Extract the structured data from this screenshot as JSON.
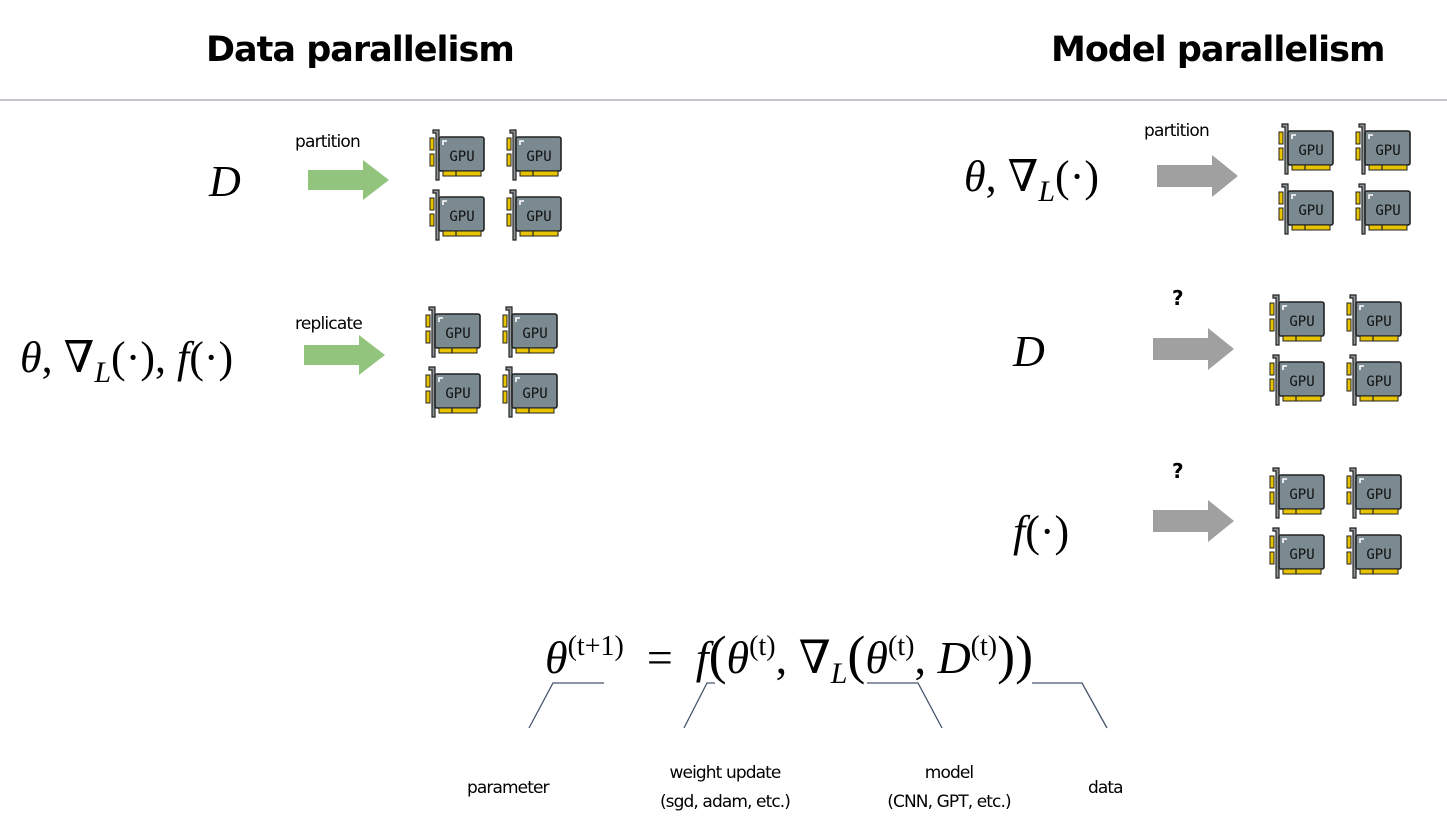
{
  "headings": {
    "data_parallelism": "Data parallelism",
    "model_parallelism": "Model parallelism"
  },
  "data_parallelism": {
    "rows": [
      {
        "input": "D",
        "action": "partition",
        "arrow_color": "#93c47d",
        "gpu_label": "GPU",
        "gpu_count": 4
      },
      {
        "input": "θ, ∇L(·), f(·)",
        "action": "replicate",
        "arrow_color": "#93c47d",
        "gpu_label": "GPU",
        "gpu_count": 4
      }
    ]
  },
  "model_parallelism": {
    "rows": [
      {
        "input": "θ, ∇L(·)",
        "action": "partition",
        "arrow_color": "#a0a0a0",
        "gpu_label": "GPU",
        "gpu_count": 4
      },
      {
        "input": "D",
        "action": "?",
        "arrow_color": "#a0a0a0",
        "gpu_label": "GPU",
        "gpu_count": 4
      },
      {
        "input": "f(·)",
        "action": "?",
        "arrow_color": "#a0a0a0",
        "gpu_label": "GPU",
        "gpu_count": 4
      }
    ]
  },
  "equation": {
    "text": "θ^(t+1) = f(θ^(t), ∇L(θ^(t), D^(t)))",
    "theta": "θ",
    "sup_t1": "(t+1)",
    "equals": "=",
    "f": "f",
    "open_paren": "(",
    "sup_t": "(t)",
    "comma": ",",
    "nabla": "∇",
    "sub_L": "L",
    "D": "D",
    "close_parens": "))"
  },
  "annotations": [
    {
      "line1": "parameter",
      "line2": ""
    },
    {
      "line1": "weight update",
      "line2": "(sgd, adam, etc.)"
    },
    {
      "line1": "model",
      "line2": "(CNN, GPT, etc.)"
    },
    {
      "line1": "data",
      "line2": ""
    }
  ],
  "colors": {
    "gpu_body": "#7a8a90",
    "gpu_bracket": "#8f9599",
    "gpu_contacts": "#e8c400",
    "green_arrow": "#93c47d",
    "gray_arrow": "#a0a0a0",
    "leader_line": "#44546a",
    "rule": "#c4c8cc"
  }
}
